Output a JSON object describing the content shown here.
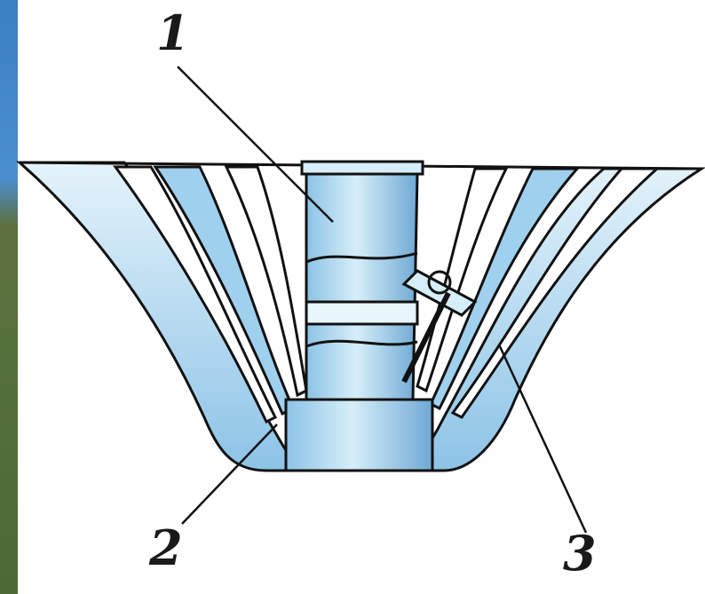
{
  "labels": {
    "part_1": "1",
    "part_2": "2",
    "part_3": "3"
  },
  "colors": {
    "steel_light": "#c9e6f5",
    "steel_mid": "#8cc3e6",
    "steel_dark": "#5b97c4",
    "outline": "#111111"
  }
}
